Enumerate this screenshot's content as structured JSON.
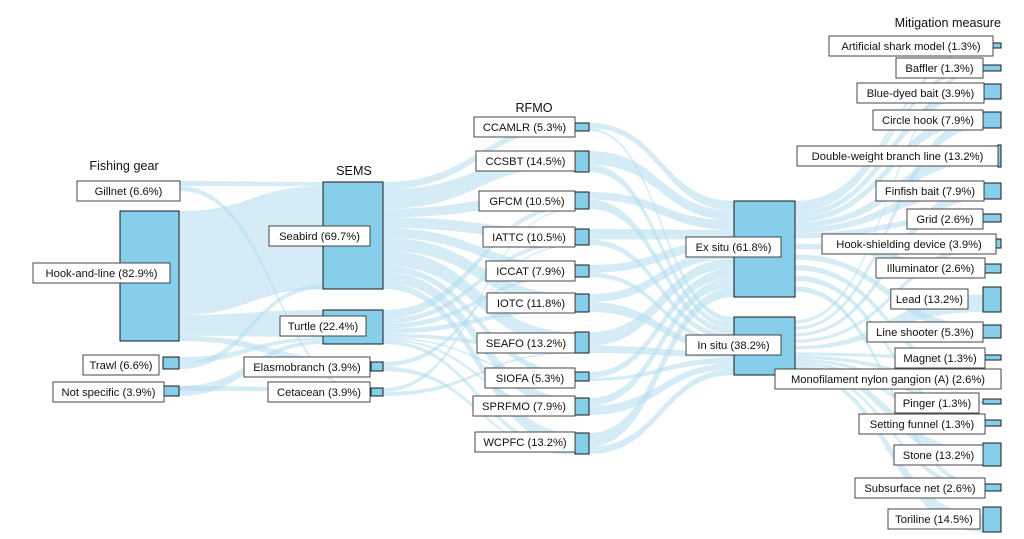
{
  "headers": {
    "fishing_gear": "Fishing gear",
    "sems": "SEMS",
    "rfmo": "RFMO",
    "mitigation": "Mitigation measure"
  },
  "colors": {
    "node": "#87ceeb",
    "flow": "#b3dcef",
    "stroke": "#1a1a1a"
  },
  "nodes": {
    "gear": [
      {
        "id": "gillnet",
        "label": "Gillnet (6.6%)",
        "value": 6.6
      },
      {
        "id": "hook_and_line",
        "label": "Hook-and-line (82.9%)",
        "value": 82.9
      },
      {
        "id": "trawl",
        "label": "Trawl (6.6%)",
        "value": 6.6
      },
      {
        "id": "not_specific",
        "label": "Not specific (3.9%)",
        "value": 3.9
      }
    ],
    "sems": [
      {
        "id": "seabird",
        "label": "Seabird (69.7%)",
        "value": 69.7
      },
      {
        "id": "turtle",
        "label": "Turtle (22.4%)",
        "value": 22.4
      },
      {
        "id": "elasmobranch",
        "label": "Elasmobranch (3.9%)",
        "value": 3.9
      },
      {
        "id": "cetacean",
        "label": "Cetacean (3.9%)",
        "value": 3.9
      }
    ],
    "rfmo": [
      {
        "id": "ccamlr",
        "label": "CCAMLR (5.3%)",
        "value": 5.3
      },
      {
        "id": "ccsbt",
        "label": "CCSBT (14.5%)",
        "value": 14.5
      },
      {
        "id": "gfcm",
        "label": "GFCM (10.5%)",
        "value": 10.5
      },
      {
        "id": "iattc",
        "label": "IATTC (10.5%)",
        "value": 10.5
      },
      {
        "id": "iccat",
        "label": "ICCAT (7.9%)",
        "value": 7.9
      },
      {
        "id": "iotc",
        "label": "IOTC (11.8%)",
        "value": 11.8
      },
      {
        "id": "seafo",
        "label": "SEAFO (13.2%)",
        "value": 13.2
      },
      {
        "id": "siofa",
        "label": "SIOFA (5.3%)",
        "value": 5.3
      },
      {
        "id": "sprfmo",
        "label": "SPRFMO (7.9%)",
        "value": 7.9
      },
      {
        "id": "wcpfc",
        "label": "WCPFC (13.2%)",
        "value": 13.2
      }
    ],
    "situ": [
      {
        "id": "ex_situ",
        "label": "Ex situ (61.8%)",
        "value": 61.8
      },
      {
        "id": "in_situ",
        "label": "In situ (38.2%)",
        "value": 38.2
      }
    ],
    "mitigation": [
      {
        "id": "artificial_shark_model",
        "label": "Artificial shark model (1.3%)",
        "value": 1.3
      },
      {
        "id": "baffler",
        "label": "Baffler (1.3%)",
        "value": 1.3
      },
      {
        "id": "blue_dyed_bait",
        "label": "Blue-dyed bait (3.9%)",
        "value": 3.9
      },
      {
        "id": "circle_hook",
        "label": "Circle hook (7.9%)",
        "value": 7.9
      },
      {
        "id": "double_weight_branch_line",
        "label": "Double-weight branch line (13.2%)",
        "value": 13.2
      },
      {
        "id": "finfish_bait",
        "label": "Finfish bait (7.9%)",
        "value": 7.9
      },
      {
        "id": "grid",
        "label": "Grid (2.6%)",
        "value": 2.6
      },
      {
        "id": "hook_shielding_device",
        "label": "Hook-shielding device (3.9%)",
        "value": 3.9
      },
      {
        "id": "illuminator",
        "label": "Illuminator (2.6%)",
        "value": 2.6
      },
      {
        "id": "lead",
        "label": "Lead (13.2%)",
        "value": 13.2
      },
      {
        "id": "line_shooter",
        "label": "Line shooter (5.3%)",
        "value": 5.3
      },
      {
        "id": "magnet",
        "label": "Magnet (1.3%)",
        "value": 1.3
      },
      {
        "id": "monofilament_nylon_gangion",
        "label": "Monofilament nylon gangion (A) (2.6%)",
        "value": 2.6
      },
      {
        "id": "pinger",
        "label": "Pinger (1.3%)",
        "value": 1.3
      },
      {
        "id": "setting_funnel",
        "label": "Setting funnel (1.3%)",
        "value": 1.3
      },
      {
        "id": "stone",
        "label": "Stone (13.2%)",
        "value": 13.2
      },
      {
        "id": "subsurface_net",
        "label": "Subsurface net (2.6%)",
        "value": 2.6
      },
      {
        "id": "toriline",
        "label": "Toriline (14.5%)",
        "value": 14.5
      }
    ]
  }
}
